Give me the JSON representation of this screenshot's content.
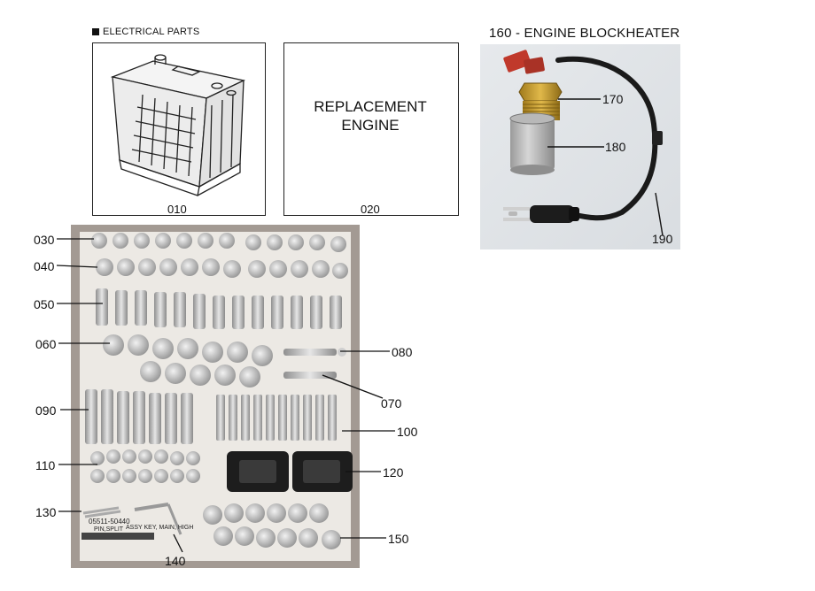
{
  "header": {
    "title": "ELECTRICAL PARTS"
  },
  "panels": {
    "battery_label": "010",
    "replacement_text_line1": "REPLACEMENT",
    "replacement_text_line2": "ENGINE",
    "replacement_label": "020"
  },
  "blockheater": {
    "title": "160 - ENGINE BLOCKHEATER",
    "callouts": [
      "170",
      "180",
      "190"
    ]
  },
  "kit": {
    "callouts": [
      "030",
      "040",
      "050",
      "060",
      "080",
      "070",
      "090",
      "100",
      "110",
      "120",
      "130",
      "140",
      "150"
    ],
    "card_texts": {
      "pin_number": "05511-50440",
      "pin_name": "PIN,SPLIT",
      "key_text": "ASSY KEY, MAIN, HIGH"
    }
  }
}
